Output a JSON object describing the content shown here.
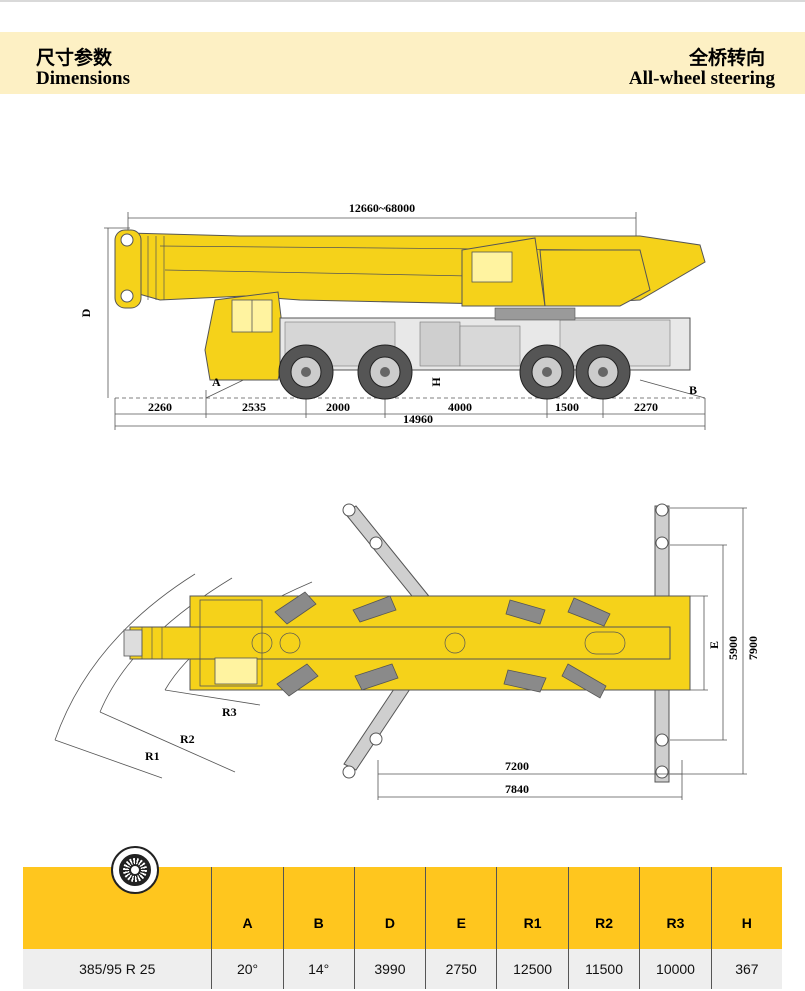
{
  "header": {
    "left_cn": "尺寸参数",
    "left_en": "Dimensions",
    "right_cn": "全桥转向",
    "right_en": "All-wheel steering"
  },
  "side_view": {
    "boom_length": "12660~68000",
    "height_label": "D",
    "angle_a": "A",
    "angle_b": "B",
    "clearance_label": "H",
    "dims": [
      "2260",
      "2535",
      "2000",
      "4000",
      "1500",
      "2270"
    ],
    "total_length": "14960"
  },
  "top_view": {
    "outrigger_width_e": "E",
    "width_5900": "5900",
    "width_7900": "7900",
    "span_7200": "7200",
    "span_7840": "7840",
    "radius_labels": [
      "R1",
      "R2",
      "R3"
    ]
  },
  "table": {
    "columns": [
      "A",
      "B",
      "D",
      "E",
      "R1",
      "R2",
      "R3",
      "H"
    ],
    "tire_size": "385/95 R 25",
    "values": [
      "20°",
      "14°",
      "3990",
      "2750",
      "12500",
      "11500",
      "10000",
      "367"
    ]
  },
  "colors": {
    "crane_yellow": "#f5d21a",
    "header_bg": "#fdf0c4",
    "table_header": "#ffc61e",
    "table_row": "#eeeeee"
  }
}
